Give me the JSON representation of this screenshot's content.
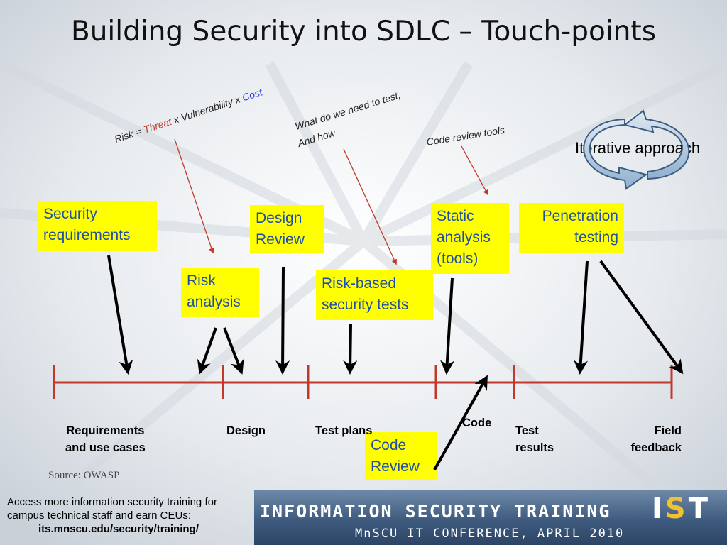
{
  "title": "Building Security into SDLC – Touch-points",
  "annotations": {
    "risk_prefix": "Risk = ",
    "risk_threat": "Threat",
    "risk_middle": " x Vulnerability x ",
    "risk_cost": "Cost",
    "test_question_line1": "What do we need to test,",
    "test_question_line2": "And how",
    "code_review_tools": "Code review tools"
  },
  "iterative_label": "Iterative approach",
  "touchpoints": {
    "security_requirements": [
      "Security",
      "requirements"
    ],
    "risk_analysis": [
      "Risk",
      "analysis"
    ],
    "design_review": [
      "Design",
      "Review"
    ],
    "risk_based_tests": [
      "Risk-based",
      "security tests"
    ],
    "static_analysis": [
      "Static",
      "analysis",
      "(tools)"
    ],
    "penetration_testing": [
      "Penetration",
      "testing"
    ],
    "code_review": [
      "Code",
      "Review"
    ]
  },
  "phases": {
    "requirements": [
      "Requirements",
      "and use cases"
    ],
    "design": "Design",
    "test_plans": "Test plans",
    "code": "Code",
    "test_results": [
      "Test",
      "results"
    ],
    "field_feedback": [
      "Field",
      "feedback"
    ]
  },
  "source": "Source: OWASP",
  "footer": {
    "access_line1": "Access more information security training for",
    "access_line2": "campus technical staff and earn CEUs:",
    "url": "its.mnscu.edu/security/training/"
  },
  "banner": {
    "line1": "INFORMATION SECURITY TRAINING",
    "line2": "MnSCU IT CONFERENCE, APRIL 2010",
    "logo_i": "I",
    "logo_s": "S",
    "logo_t": "T"
  },
  "colors": {
    "box_fill": "#ffff00",
    "box_text": "#1f4fa6",
    "timeline": "#c0392b",
    "annotation_arrow": "#c0392b"
  }
}
